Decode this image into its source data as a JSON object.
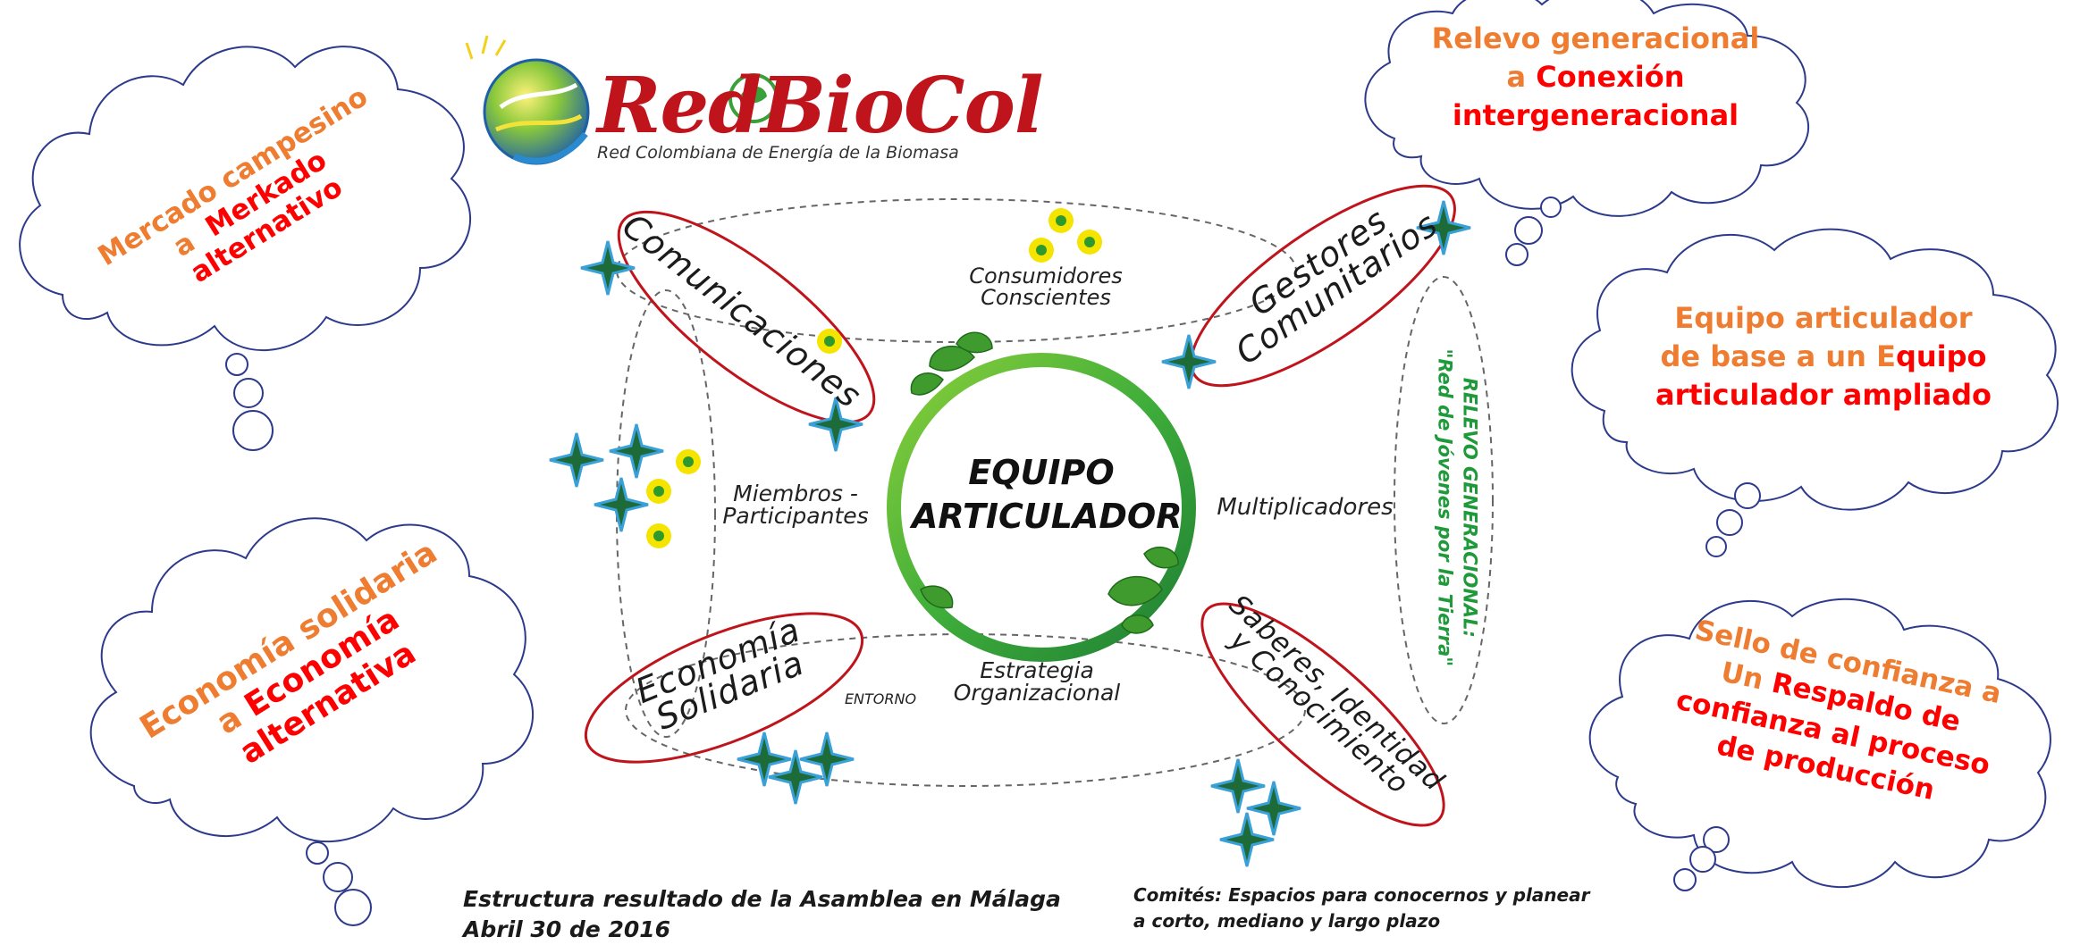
{
  "logo": {
    "name": "RedBioCol",
    "subtitle": "Red Colombiana de Energía de la Biomasa"
  },
  "clouds": {
    "mercado": {
      "orange": "Mercado campesino",
      "connector": "a",
      "red1": "Merkado",
      "red2": "alternativo"
    },
    "economia": {
      "orange": "Economía solidaria",
      "connector": "a",
      "red1": "Economía",
      "red2": "alternativa"
    },
    "relevo": {
      "orange": "Relevo  generacional",
      "connector": "a",
      "red1": "Conexión",
      "red2": "intergeneracional"
    },
    "equipo": {
      "orange1": "Equipo articulador",
      "orange2": "de base a un E",
      "red1": "quipo",
      "red2": "articulador ampliado"
    },
    "sello": {
      "orange1": "Sello de confianza a",
      "orange2": "Un",
      "red1": "Respaldo de",
      "red2": "confianza al proceso",
      "red3": "de producción"
    }
  },
  "diagram": {
    "center_line1": "EQUIPO",
    "center_line2": "ARTICULADOR",
    "consumidores_1": "Consumidores",
    "consumidores_2": "Conscientes",
    "comunicaciones": "Comunicaciones",
    "gestores_1": "Gestores",
    "gestores_2": "Comunitarios",
    "economia_1": "Economía",
    "economia_2": "Solidaria",
    "saberes_1": "Saberes, Identidad",
    "saberes_2": "y Conocimiento",
    "miembros_1": "Miembros -",
    "miembros_2": "Participantes",
    "multiplicadores": "Multiplicadores",
    "estrategia_1": "Estrategia",
    "estrategia_2": "Organizacional",
    "entorno": "ENTORNO",
    "relevo_1": "RELEVO GENERACIONAL:",
    "relevo_2": "\"Red de Jóvenes por la Tierra\""
  },
  "footer": {
    "left_line1": "Estructura resultado de la Asamblea en Málaga",
    "left_line2": "Abril 30 de 2016",
    "right_line1": "Comités: Espacios para conocernos y planear",
    "right_line2": "a corto, mediano y largo plazo"
  },
  "colors": {
    "orange": "#ee7d31",
    "red": "#ff0000",
    "cloud_stroke": "#2d3a8c",
    "ellipse_stroke": "#c0141c",
    "ring_green": "#3fae3a",
    "relevo_green": "#1e9a3a",
    "star_green": "#1e6b3a",
    "star_blue": "#3aa0d8",
    "dot_yellow": "#f5e400",
    "dot_green": "#2e9a2e"
  },
  "icons": [
    "logo-globe-icon",
    "leaf-icon",
    "star-sparkle-icon",
    "yellow-dot-icon"
  ]
}
